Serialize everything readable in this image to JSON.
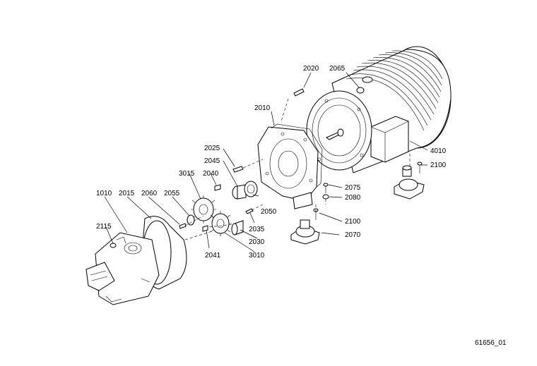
{
  "diagram": {
    "callouts": [
      {
        "id": "c2020",
        "text": "2020"
      },
      {
        "id": "c2065",
        "text": "2065"
      },
      {
        "id": "c2010",
        "text": "2010"
      },
      {
        "id": "c4010",
        "text": "4010"
      },
      {
        "id": "c2100a",
        "text": "2100"
      },
      {
        "id": "c2025",
        "text": "2025"
      },
      {
        "id": "c2045",
        "text": "2045"
      },
      {
        "id": "c3015",
        "text": "3015"
      },
      {
        "id": "c2040",
        "text": "2040"
      },
      {
        "id": "c2075",
        "text": "2075"
      },
      {
        "id": "c2080",
        "text": "2080"
      },
      {
        "id": "c1010",
        "text": "1010"
      },
      {
        "id": "c2015",
        "text": "2015"
      },
      {
        "id": "c2060",
        "text": "2060"
      },
      {
        "id": "c2055",
        "text": "2055"
      },
      {
        "id": "c2050",
        "text": "2050"
      },
      {
        "id": "c2100b",
        "text": "2100"
      },
      {
        "id": "c2115",
        "text": "2115"
      },
      {
        "id": "c2035",
        "text": "2035"
      },
      {
        "id": "c2070",
        "text": "2070"
      },
      {
        "id": "c2030",
        "text": "2030"
      },
      {
        "id": "c2041",
        "text": "2041"
      },
      {
        "id": "c3010",
        "text": "3010"
      }
    ],
    "drawing_number": "61656_01"
  }
}
